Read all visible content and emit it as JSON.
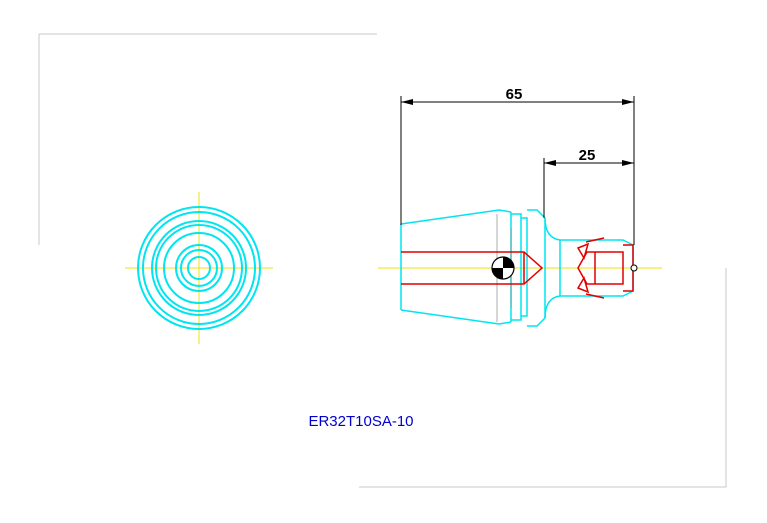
{
  "part_number": "ER32T10SA-10",
  "dimensions": {
    "overall_length": "65",
    "collet_length": "25"
  },
  "colors": {
    "outline": "#00e5f0",
    "bore": "#e00000",
    "centerline": "#f0e000",
    "dimension": "#000000",
    "part_number": "#0000cc",
    "frame": "#c8c8c8"
  }
}
